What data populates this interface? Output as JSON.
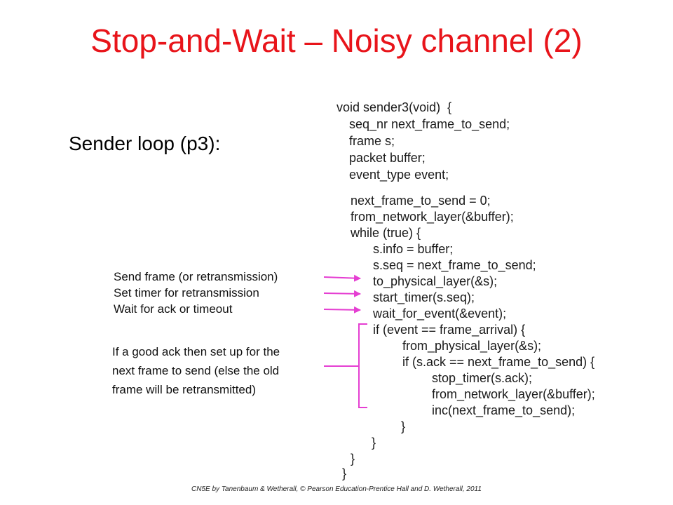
{
  "slide": {
    "title": "Stop-and-Wait – Noisy channel (2)",
    "title_color": "#e8141a",
    "subtitle": "Sender loop (p3):",
    "annotation_color": "#e53fd2",
    "code_lines": [
      "void sender3(void)  {",
      "seq_nr next_frame_to_send;",
      "frame s;",
      "packet buffer;",
      "event_type event;",
      "next_frame_to_send = 0;",
      "from_network_layer(&buffer);",
      "while (true) {",
      "s.info = buffer;",
      "s.seq = next_frame_to_send;",
      "to_physical_layer(&s);",
      "start_timer(s.seq);",
      "wait_for_event(&event);",
      "if (event == frame_arrival) {",
      "from_physical_layer(&s);",
      "if (s.ack == next_frame_to_send) {",
      "stop_timer(s.ack);",
      "from_network_layer(&buffer);",
      "inc(next_frame_to_send);",
      "}",
      "}",
      "}",
      "}"
    ],
    "annotations": {
      "send": "Send frame (or retransmission)",
      "timer": "Set timer for retransmission",
      "wait": "Wait for ack or timeout",
      "good_ack": [
        "If a good ack then set up for the",
        "next frame to send (else the old",
        "frame will be retransmitted)"
      ]
    },
    "footer": "CN5E by Tanenbaum & Wetherall, © Pearson Education-Prentice Hall and D. Wetherall, 2011"
  }
}
